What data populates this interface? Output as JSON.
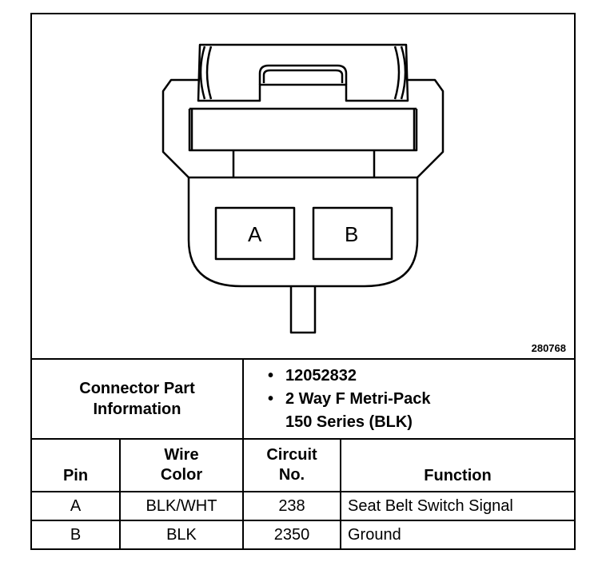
{
  "figure_id": "280768",
  "connector": {
    "pin_labels": [
      "A",
      "B"
    ]
  },
  "part_info": {
    "label_line1": "Connector Part",
    "label_line2": "Information",
    "part_number": "12052832",
    "description_line1": "2 Way F Metri-Pack",
    "description_line2": "150 Series (BLK)"
  },
  "headers": {
    "pin": "Pin",
    "wire_color_line1": "Wire",
    "wire_color_line2": "Color",
    "circuit_line1": "Circuit",
    "circuit_line2": "No.",
    "function": "Function"
  },
  "rows": [
    {
      "pin": "A",
      "wire_color": "BLK/WHT",
      "circuit": "238",
      "function": "Seat Belt Switch Signal"
    },
    {
      "pin": "B",
      "wire_color": "BLK",
      "circuit": "2350",
      "function": "Ground"
    }
  ]
}
